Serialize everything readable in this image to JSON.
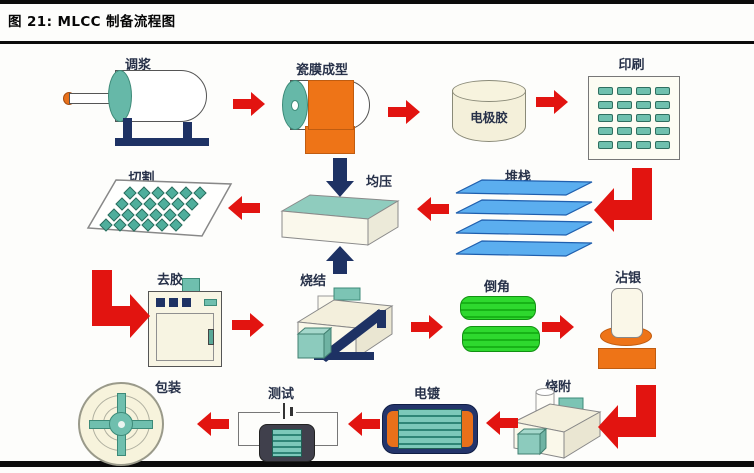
{
  "header": {
    "title": "图 21: MLCC 制备流程图"
  },
  "steps": {
    "slurry": "调浆",
    "film_forming": "瓷膜成型",
    "electrode_paste": "电极胶",
    "printing": "印刷",
    "stacking": "堆栈",
    "pressing": "均压",
    "cutting": "切割",
    "binder_removal": "去胶",
    "sintering": "烧结",
    "chamfering": "倒角",
    "silver_dipping": "沾银",
    "firing": "烧附",
    "plating": "电镀",
    "testing": "测试",
    "packaging": "包装"
  },
  "flow_sequence": [
    "调浆",
    "瓷膜成型",
    "电极胶",
    "印刷",
    "堆栈",
    "均压",
    "切割",
    "去胶",
    "烧结",
    "倒角",
    "沾银",
    "烧附",
    "电镀",
    "测试",
    "包装"
  ],
  "colors": {
    "arrow_red": "#e21410",
    "press_arrow_navy": "#1e3264",
    "machine_teal": "#6fbfae",
    "film_orange": "#ee7417",
    "body_cream": "#f5f2de",
    "sheet_blue": "#5baeef",
    "bar_green": "#2ed52e",
    "chip_navy": "#24356b"
  }
}
